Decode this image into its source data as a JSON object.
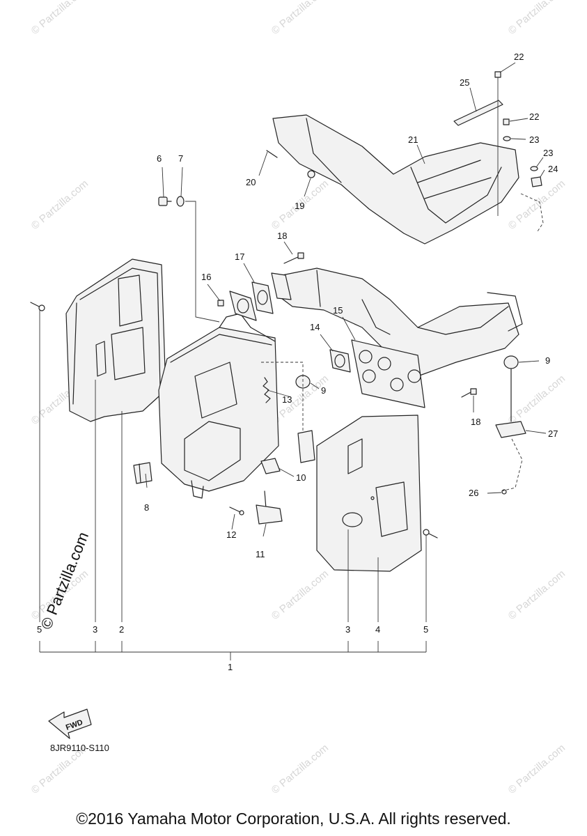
{
  "diagram": {
    "code": "8JR9110-S110",
    "copyright": "©2016 Yamaha Motor Corporation, U.S.A. All rights reserved.",
    "fwd_label": "FWD",
    "vertical_watermark": "© Partzilla.com",
    "watermark_text": "© Partzilla.com"
  },
  "callouts": {
    "c1": "1",
    "c2": "2",
    "c3a": "3",
    "c3b": "3",
    "c4": "4",
    "c5": "5",
    "c6": "6",
    "c7": "7",
    "c8": "8",
    "c9a": "9",
    "c9b": "9",
    "c10": "10",
    "c11": "11",
    "c12": "12",
    "c13": "13",
    "c14": "14",
    "c15": "15",
    "c16": "16",
    "c17": "17",
    "c18a": "18",
    "c18b": "18",
    "c19": "19",
    "c20": "20",
    "c21": "21",
    "c22a": "22",
    "c22b": "22",
    "c23a": "23",
    "c23b": "23",
    "c24": "24",
    "c25": "25",
    "c26": "26",
    "c27": "27"
  }
}
